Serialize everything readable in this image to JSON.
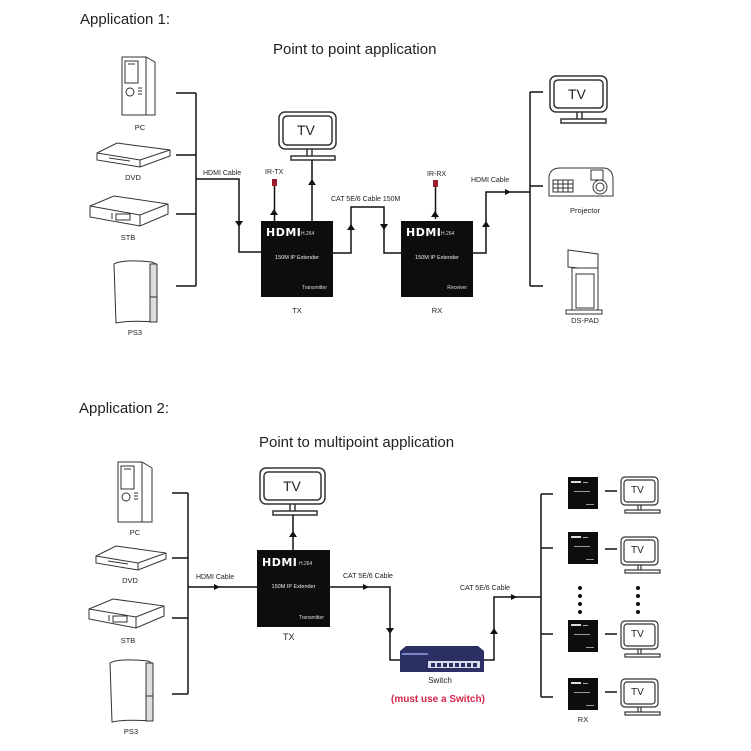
{
  "app1": {
    "heading": "Application 1:",
    "subtitle": "Point to point application",
    "sources": [
      "PC",
      "DVD",
      "STB",
      "PS3"
    ],
    "hdmi_in_label": "HDMI Cable",
    "ir_tx_label": "IR-TX",
    "ir_rx_label": "IR-RX",
    "cat_label": "CAT 5E/6 Cable 150M",
    "hdmi_out_label": "HDMI Cable",
    "tv_label": "TV",
    "tx": {
      "logo": "HDMI",
      "codec": "H.264",
      "model": "150M IP Extender",
      "role": "Transmitter",
      "caption": "TX"
    },
    "rx": {
      "logo": "HDMI",
      "codec": "H.264",
      "model": "150M IP Extender",
      "role": "Receiver",
      "caption": "RX"
    },
    "outputs": [
      "TV",
      "Projector",
      "DS-PAD"
    ]
  },
  "app2": {
    "heading": "Application 2:",
    "subtitle": "Point to multipoint  application",
    "sources": [
      "PC",
      "DVD",
      "STB",
      "PS3"
    ],
    "hdmi_in_label": "HDMI Cable",
    "cat_label_1": "CAT 5E/6 Cable",
    "cat_label_2": "CAT 5E/6 Cable",
    "tv_label": "TV",
    "tx": {
      "logo": "HDMI",
      "codec": "H.264",
      "model": "150M IP Extender",
      "role": "Transmitter",
      "caption": "TX"
    },
    "switch_label": "Switch",
    "switch_note": "(must use a Switch)",
    "switch_note_color": "#d6264b",
    "rx_caption": "RX",
    "receivers": [
      "TV",
      "TV",
      "TV",
      "TV"
    ],
    "ellipsis": "•\n•\n•\n•"
  }
}
